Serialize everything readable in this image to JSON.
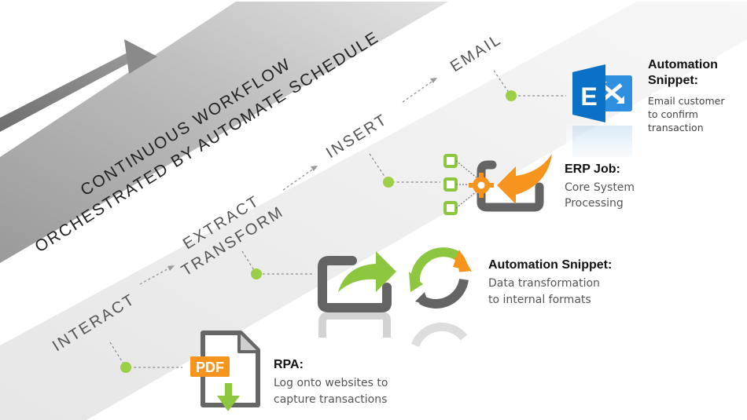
{
  "banner": {
    "line1": "CONTINUOUS WORKFLOW",
    "line2": "ORCHESTRATED BY AUTOMATE SCHEDULE"
  },
  "steps": [
    {
      "id": "interact",
      "label": "INTERACT"
    },
    {
      "id": "extract",
      "label": "EXTRACT"
    },
    {
      "id": "transform",
      "label": "TRANSFORM"
    },
    {
      "id": "insert",
      "label": "INSERT"
    },
    {
      "id": "email",
      "label": "EMAIL"
    }
  ],
  "cards": [
    {
      "id": "rpa",
      "title": "RPA:",
      "lines": [
        "Log onto websites to",
        "capture transactions"
      ],
      "icon": "pdf-download-icon"
    },
    {
      "id": "automation-snippet-transform",
      "title": "Automation Snippet:",
      "lines": [
        "Data transformation",
        "to internal formats"
      ],
      "icon": "share-refresh-icon"
    },
    {
      "id": "erp-job",
      "title": "ERP Job:",
      "lines": [
        "Core System",
        "Processing"
      ],
      "icon": "erp-import-icon"
    },
    {
      "id": "automation-snippet-email",
      "title_lines": [
        "Automation",
        "Snippet:"
      ],
      "lines": [
        "Email customer",
        "to confirm",
        "transaction"
      ],
      "icon": "exchange-icon"
    }
  ],
  "pdf_badge": "PDF",
  "exchange_letter": "E",
  "colors": {
    "accent_green": "#8dc63f",
    "accent_orange": "#f7941d",
    "icon_gray": "#646464",
    "band_dark": "#8c8c8c",
    "band_light": "#ebebeb",
    "exchange_blue": "#0a72c6"
  }
}
